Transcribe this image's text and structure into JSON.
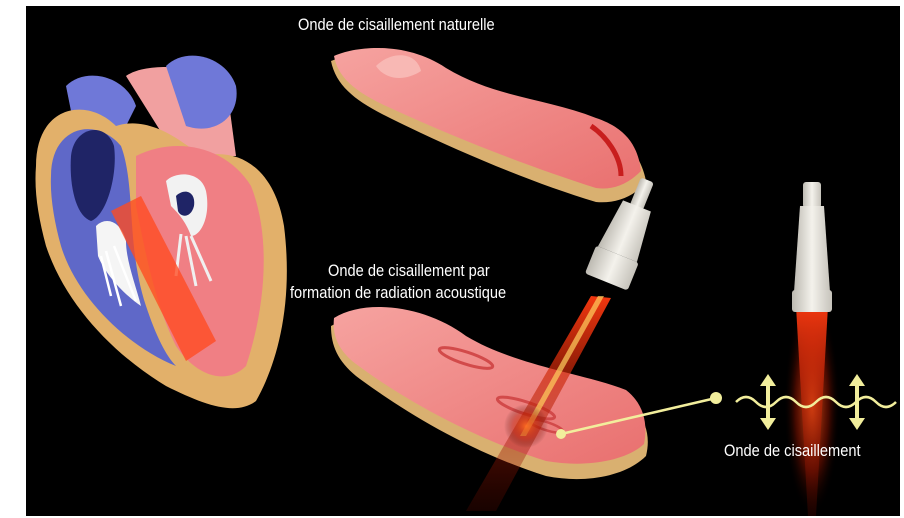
{
  "labels": {
    "natural_wave": "Onde de cisaillement naturelle",
    "arfi_wave_line1": "Onde de cisaillement par",
    "arfi_wave_line2": "formation de radiation acoustique",
    "shear_wave": "Onde de cisaillement"
  },
  "colors": {
    "background": "#000000",
    "tissue": "#f08a8a",
    "tissue_edge": "#d9b070",
    "myocardium": "#e2b06a",
    "vessels": "#6f78d8",
    "cavity": "#1f2466",
    "beam": "#ff3a10",
    "probe": "#e6e3dc",
    "annotation": "#f2ee9c"
  },
  "icons": {
    "heart": "heart-cross-section-icon",
    "probe": "ultrasound-probe-icon",
    "arrow": "double-arrow-icon",
    "wave": "wavy-line-icon"
  }
}
